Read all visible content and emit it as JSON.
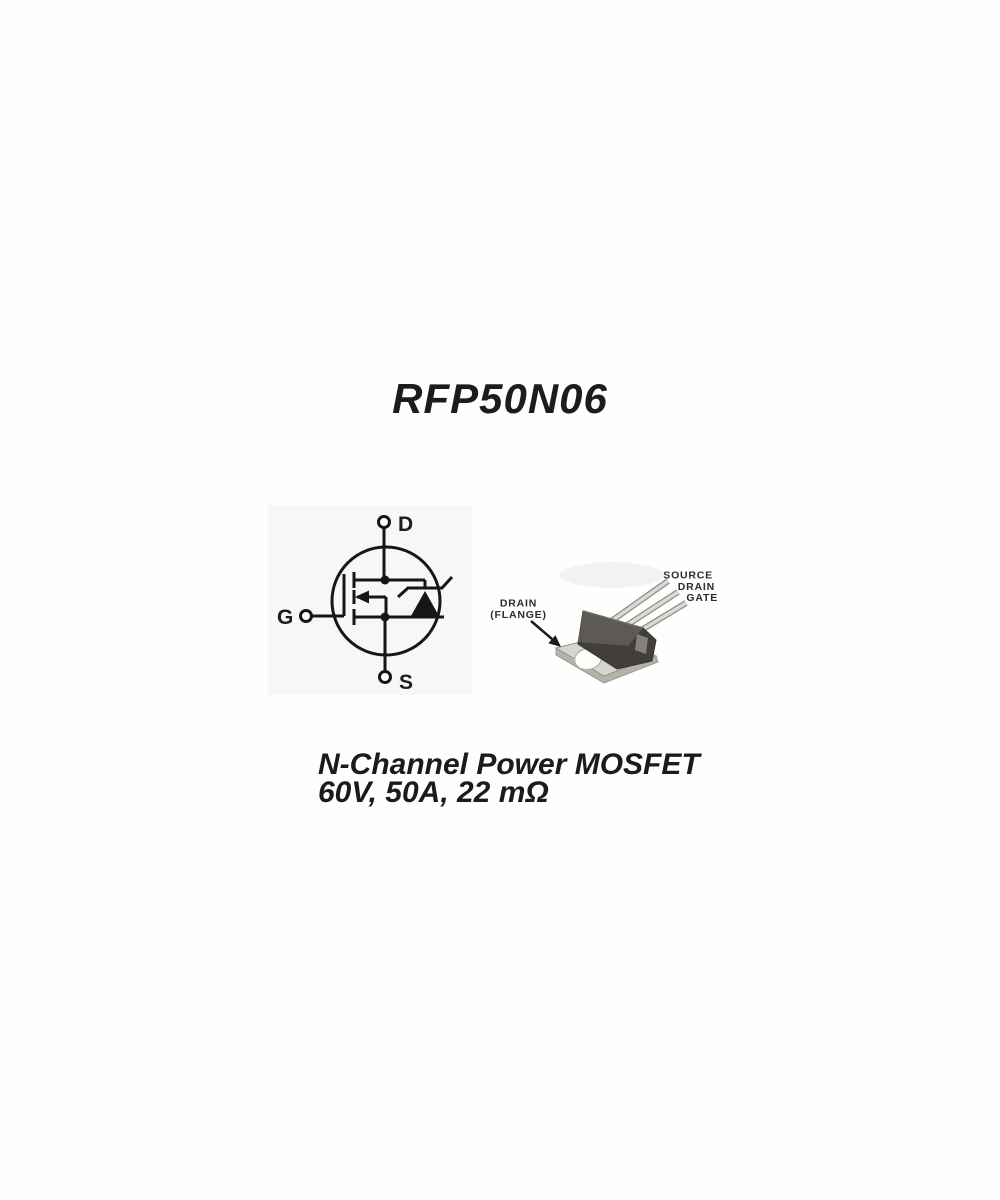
{
  "title": "RFP50N06",
  "description": {
    "line1": "N-Channel Power MOSFET",
    "line2": "60V, 50A, 22 mΩ"
  },
  "symbol": {
    "drain_label": "D",
    "gate_label": "G",
    "source_label": "S"
  },
  "package": {
    "flange_label": {
      "line1": "DRAIN",
      "line2": "(FLANGE)"
    },
    "pin_labels": [
      "SOURCE",
      "DRAIN",
      "GATE"
    ]
  },
  "colors": {
    "ink": "#1c1c1c",
    "tile": "#f7f7f5",
    "flange": "#d6d5d0",
    "flange_edge": "#b4b2ab",
    "body_dark": "#423f3b",
    "body_light": "#5d5a55",
    "notch": "#84817a",
    "lead_light": "#dbdad5",
    "lead_dark": "#8f8d86"
  }
}
